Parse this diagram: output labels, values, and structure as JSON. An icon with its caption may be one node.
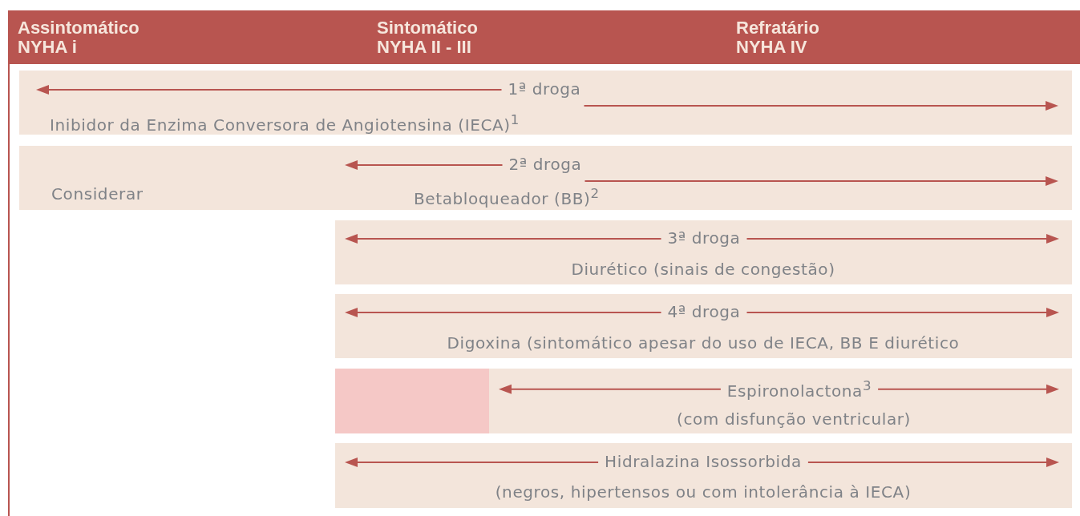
{
  "diagram": {
    "nodes": [
      {
        "text": [
          "Assintomático NYHA i",
          "Sintomático NYHA II - III",
          "Refratário NYHA IV"
        ]
      },
      {
        "text": [
          "1ª droga",
          "Inibidor da Enzima Conversora de Angiotensina (IECA)$^{1}$"
        ]
      },
      {
        "text": [
          "2ª droga",
          "Considerar",
          "Betabloqueador (BB)$^{2}$"
        ]
      },
      {
        "text": [
          "3ª droga",
          "Diurético (sinais de congestão)"
        ]
      },
      {
        "text": [
          "4ª droga",
          "Digoxina (sintomático apesar do uso de IECA, BB E diurético"
        ]
      },
      {
        "text": [
          "Espironolactona$^{3}$",
          "(com disfunção ventricular)"
        ]
      },
      {
        "text": [
          "Hidralazina Isossorbida",
          "(negros, hipertensos ou com intolerância à IECA)"
        ]
      },
      {
        "text": [],
        "shape": "box",
        "in": 5
      }
    ]
  }
}
